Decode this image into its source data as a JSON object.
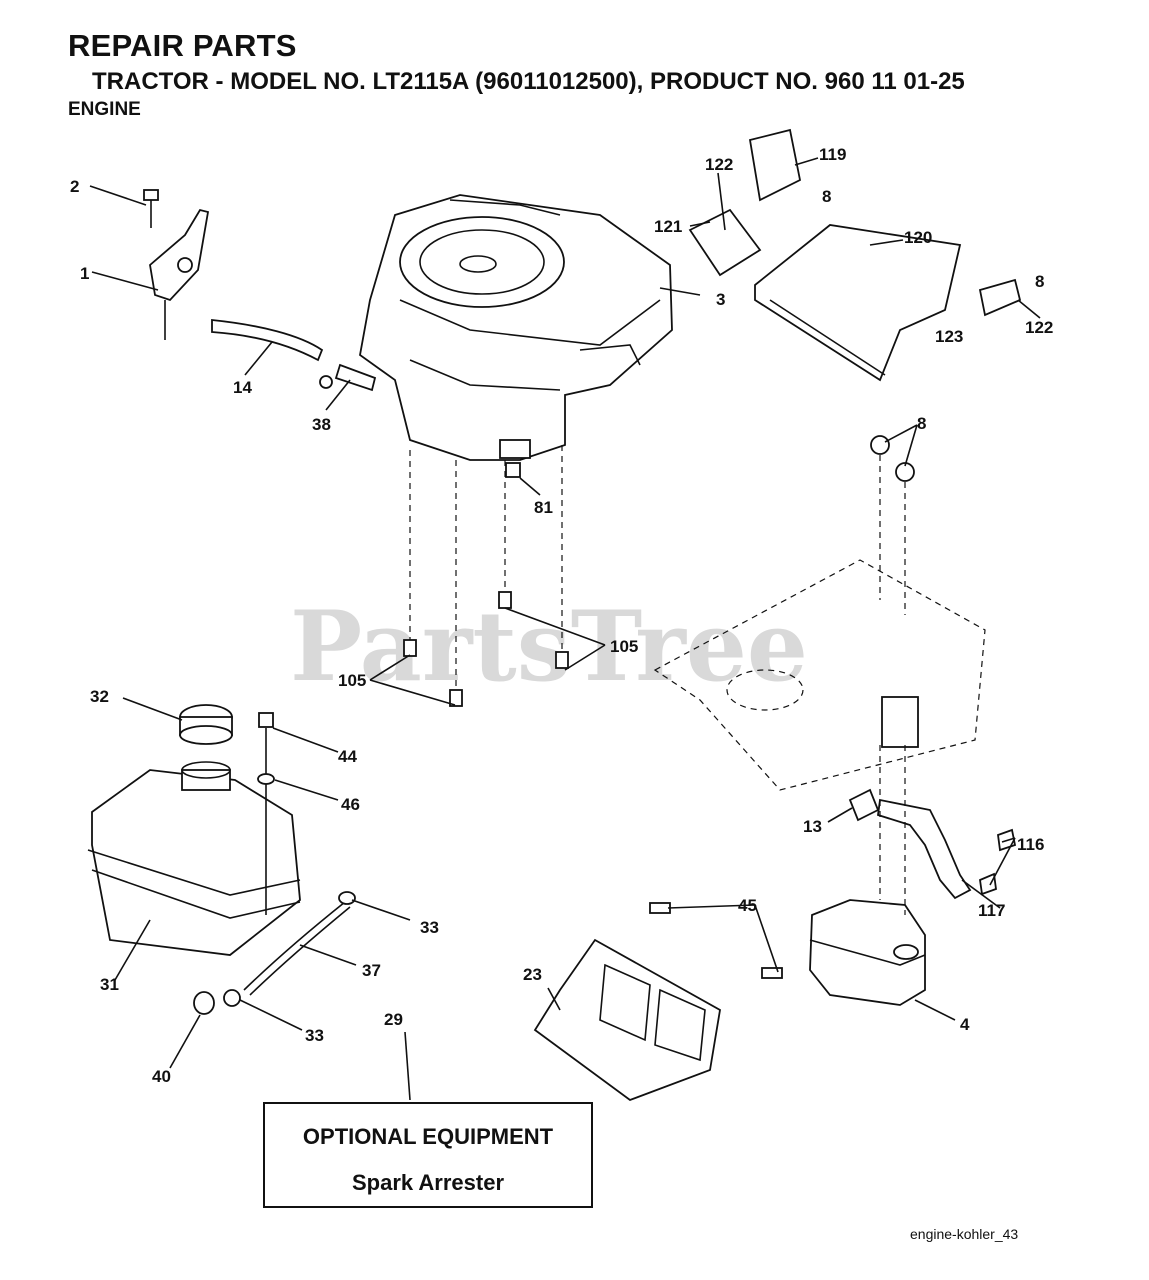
{
  "header": {
    "title": "REPAIR PARTS",
    "subtitle": "TRACTOR - MODEL NO. LT2115A (96011012500), PRODUCT NO. 960 11 01-25",
    "section": "ENGINE"
  },
  "watermark": "PartsTree",
  "callouts": {
    "c1": "1",
    "c2": "2",
    "c3": "3",
    "c4": "4",
    "c8a": "8",
    "c8b": "8",
    "c8c": "8",
    "c13": "13",
    "c14": "14",
    "c23": "23",
    "c29": "29",
    "c31": "31",
    "c32": "32",
    "c33a": "33",
    "c33b": "33",
    "c37": "37",
    "c38": "38",
    "c40": "40",
    "c44": "44",
    "c45": "45",
    "c46": "46",
    "c81": "81",
    "c105a": "105",
    "c105b": "105",
    "c116": "116",
    "c117": "117",
    "c119": "119",
    "c120": "120",
    "c121": "121",
    "c122a": "122",
    "c122b": "122",
    "c123": "123"
  },
  "optional": {
    "title": "OPTIONAL EQUIPMENT",
    "item": "Spark Arrester"
  },
  "footer": "engine-kohler_43"
}
